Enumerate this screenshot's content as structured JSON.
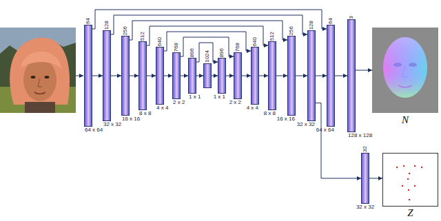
{
  "diagram": {
    "nodes": [
      {
        "text": [
          "64",
          "64 x 64"
        ]
      },
      {
        "text": [
          "128",
          "32 x 32"
        ]
      },
      {
        "text": [
          "256",
          "16 x 16"
        ]
      },
      {
        "text": [
          "512",
          "8 x 8"
        ]
      },
      {
        "text": [
          "640",
          "4 x 4"
        ]
      },
      {
        "text": [
          "768",
          "2 x 2"
        ]
      },
      {
        "text": [
          "896",
          "1 x 1"
        ]
      },
      {
        "text": [
          "1024"
        ]
      },
      {
        "text": [
          "896",
          "1 x 1"
        ]
      },
      {
        "text": [
          "768",
          "2 x 2"
        ]
      },
      {
        "text": [
          "640",
          "4 x 4"
        ]
      },
      {
        "text": [
          "512",
          "8 x 8"
        ]
      },
      {
        "text": [
          "256",
          "16 x 16"
        ]
      },
      {
        "text": [
          "128",
          "32 x 32"
        ]
      },
      {
        "text": [
          "64",
          "64 x 64"
        ]
      },
      {
        "text": [
          "3",
          "128 x 128"
        ]
      },
      {
        "text": [
          "N"
        ]
      },
      {
        "text": [
          "32",
          "32 x 32"
        ]
      },
      {
        "text": [
          "Z"
        ]
      }
    ],
    "edges": [
      {
        "from": 0,
        "to": 1,
        "arrow": "to"
      },
      {
        "from": 1,
        "to": 2,
        "arrow": "to"
      },
      {
        "from": 2,
        "to": 3,
        "arrow": "to"
      },
      {
        "from": 3,
        "to": 4,
        "arrow": "to"
      },
      {
        "from": 4,
        "to": 5,
        "arrow": "to"
      },
      {
        "from": 5,
        "to": 6,
        "arrow": "to"
      },
      {
        "from": 6,
        "to": 7,
        "arrow": "to"
      },
      {
        "from": 7,
        "to": 8,
        "arrow": "to"
      },
      {
        "from": 8,
        "to": 9,
        "arrow": "to"
      },
      {
        "from": 9,
        "to": 10,
        "arrow": "to"
      },
      {
        "from": 10,
        "to": 11,
        "arrow": "to"
      },
      {
        "from": 11,
        "to": 12,
        "arrow": "to"
      },
      {
        "from": 12,
        "to": 13,
        "arrow": "to"
      },
      {
        "from": 13,
        "to": 14,
        "arrow": "to"
      },
      {
        "from": 14,
        "to": 15,
        "arrow": "to"
      },
      {
        "from": 15,
        "to": 16,
        "arrow": "to"
      },
      {
        "from": 0,
        "to": 14,
        "arrow": "to"
      },
      {
        "from": 1,
        "to": 13,
        "arrow": "to"
      },
      {
        "from": 2,
        "to": 12,
        "arrow": "to"
      },
      {
        "from": 3,
        "to": 11,
        "arrow": "to"
      },
      {
        "from": 4,
        "to": 10,
        "arrow": "to"
      },
      {
        "from": 5,
        "to": 9,
        "arrow": "to"
      },
      {
        "from": 6,
        "to": 8,
        "arrow": "to"
      },
      {
        "from": 13,
        "to": 17,
        "arrow": "to"
      },
      {
        "from": 17,
        "to": 18,
        "arrow": "to"
      }
    ]
  }
}
